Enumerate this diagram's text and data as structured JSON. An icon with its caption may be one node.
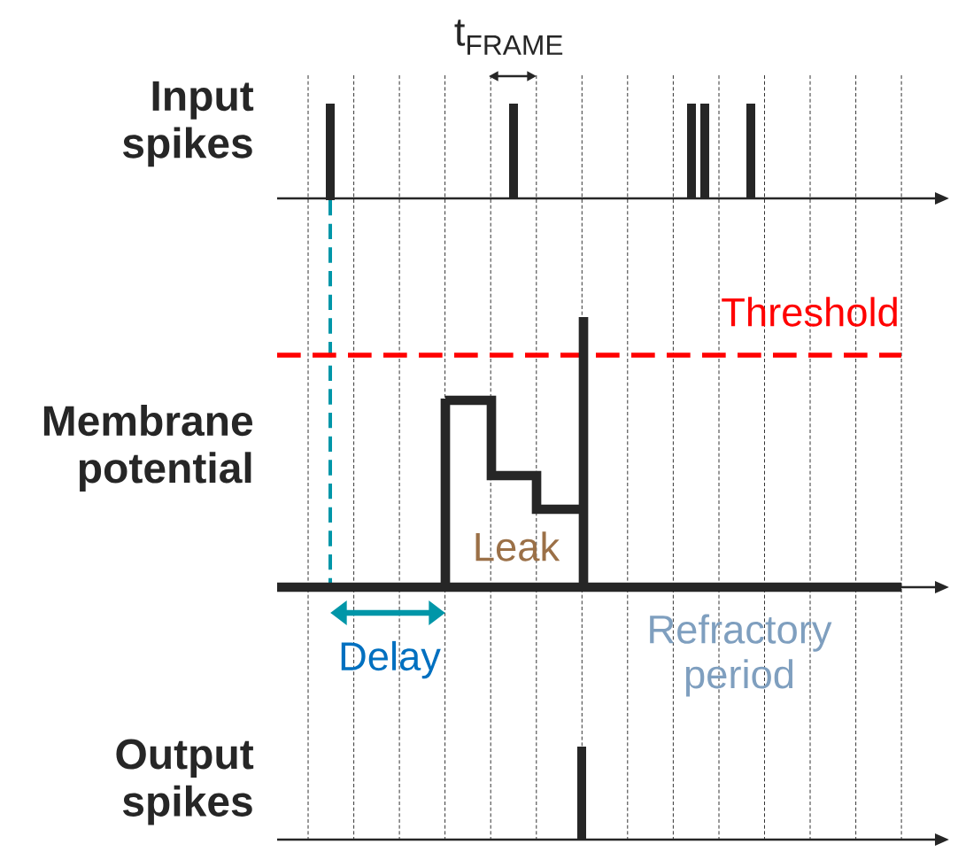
{
  "diagram": {
    "labels": [
      "t$_{FRAME}$",
      "Input spikes",
      "Threshold",
      "Membrane potential",
      "Leak",
      "Delay",
      "Refractory period",
      "Output spikes"
    ]
  }
}
